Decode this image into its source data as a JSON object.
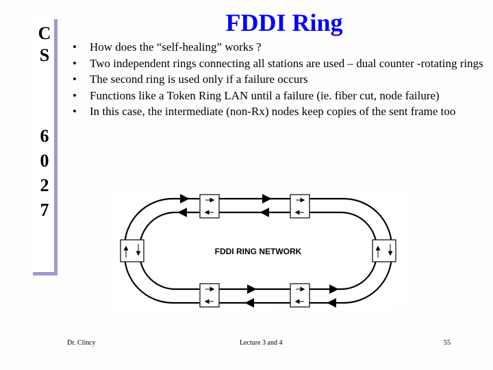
{
  "side_text": {
    "top_letters": [
      "C",
      "S"
    ],
    "bottom_letters": [
      "6",
      "0",
      "2",
      "7"
    ]
  },
  "title": "FDDI Ring",
  "bullets": [
    "How does the “self-healing” works ?",
    "Two independent rings connecting all stations are used – dual counter -rotating rings",
    "The second ring is used only if a failure occurs",
    "Functions like a Token Ring LAN until a failure (ie. fiber cut, node failure)",
    "In this case, the intermediate (non-Rx) nodes keep copies of the sent frame too"
  ],
  "diagram": {
    "label": "FDDI RING NETWORK"
  },
  "footer": {
    "author": "Dr. Clincy",
    "lecture": "Lecture 3 and 4",
    "page": "55"
  }
}
